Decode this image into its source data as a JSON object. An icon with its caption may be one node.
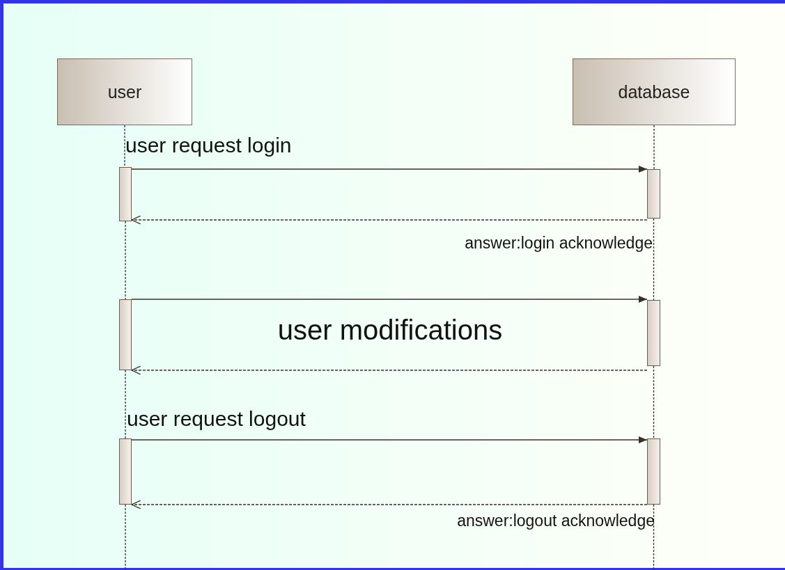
{
  "diagram": {
    "nodes": [
      {
        "text": [
          "user"
        ]
      },
      {
        "text": [
          "database"
        ]
      },
      {
        "text": [],
        "shape": "bar"
      },
      {
        "text": [],
        "shape": "bar"
      },
      {
        "text": [],
        "shape": "bar"
      },
      {
        "text": [],
        "shape": "bar"
      },
      {
        "text": [],
        "shape": "bar"
      },
      {
        "text": [],
        "shape": "bar"
      }
    ],
    "edges": [
      {
        "from": 2,
        "to": 3,
        "arrow": "to",
        "label": "user request login"
      },
      {
        "from": 3,
        "to": 2,
        "arrow": "to",
        "style": "dashed",
        "label": "answer:login acknowledge"
      },
      {
        "from": 4,
        "to": 5,
        "arrow": "to"
      },
      {
        "from": 5,
        "to": 4,
        "arrow": "to",
        "style": "dashed"
      },
      {
        "from": 6,
        "to": 7,
        "arrow": "to",
        "label": "user request logout"
      },
      {
        "from": 7,
        "to": 6,
        "arrow": "to",
        "style": "dashed",
        "label": "answer:logout acknowledge"
      },
      {
        "from": 0,
        "to": 2,
        "arrow": "none",
        "style": "dashed"
      },
      {
        "from": 2,
        "to": 4,
        "arrow": "none",
        "style": "dashed"
      },
      {
        "from": 4,
        "to": 6,
        "arrow": "none",
        "style": "dashed"
      },
      {
        "from": 6,
        "to": null,
        "arrow": "none",
        "style": "dashed"
      },
      {
        "from": 1,
        "to": 3,
        "arrow": "none",
        "style": "dashed"
      },
      {
        "from": 3,
        "to": 5,
        "arrow": "none",
        "style": "dashed"
      },
      {
        "from": 5,
        "to": 7,
        "arrow": "none",
        "style": "dashed"
      },
      {
        "from": 7,
        "to": null,
        "arrow": "none",
        "style": "dashed"
      }
    ],
    "labels": [
      "user modifications"
    ]
  }
}
